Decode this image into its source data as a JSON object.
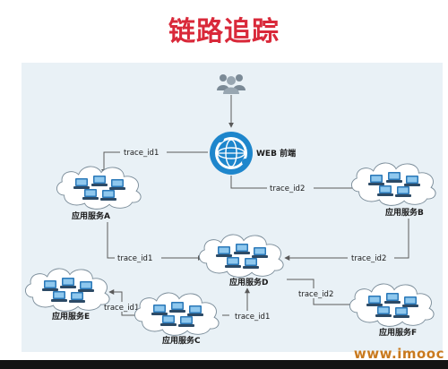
{
  "page": {
    "title": "链路追踪"
  },
  "colors": {
    "title": "#d9293a",
    "panel": "#e9f1f6",
    "edge": "#5a5a5a",
    "globe": "#1e86cc",
    "cloud_fill": "#ffffff",
    "cloud_stroke": "#7a8c99",
    "server": "#2a78b8",
    "watermark": "#c97a1f"
  },
  "diagram": {
    "users": {
      "icon": "users-icon"
    },
    "web": {
      "label": "WEB 前端",
      "icon": "globe-icon"
    },
    "services": {
      "A": {
        "label": "应用服务A"
      },
      "B": {
        "label": "应用服务B"
      },
      "C": {
        "label": "应用服务C"
      },
      "D": {
        "label": "应用服务D"
      },
      "E": {
        "label": "应用服务E"
      },
      "F": {
        "label": "应用服务F"
      }
    },
    "edges": {
      "web_a": "trace_id1",
      "web_b": "trace_id2",
      "a_d": "trace_id1",
      "b_d": "trace_id2",
      "d_f": "trace_id2",
      "c_d": "trace_id1",
      "c_e": "trace_id1"
    }
  },
  "watermark": "www.imooc"
}
